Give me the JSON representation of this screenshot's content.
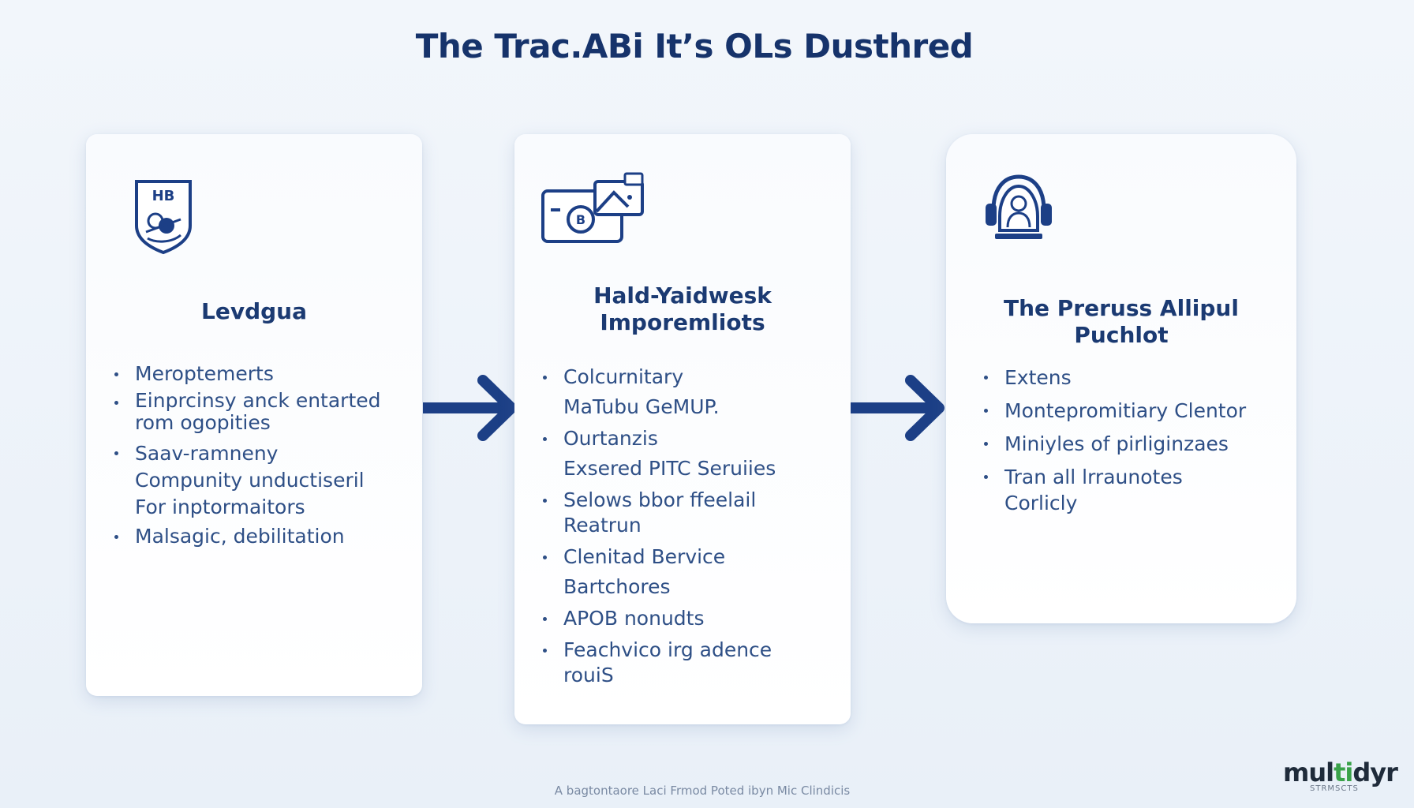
{
  "title": "The Trac.ABi It’s OLs Dusthred",
  "colors": {
    "accent": "#1c3f86",
    "text": "#2e4f86",
    "title": "#16336b",
    "logo_green": "#3aa24a"
  },
  "cards": [
    {
      "icon": "shield-badge-icon",
      "badge_text": "HB",
      "title_lines": [
        "Levdgua"
      ],
      "bullets": [
        [
          "Meroptemerts"
        ],
        [
          "Einprcinsy anck entarted",
          "rom ogopities"
        ],
        [
          "Saav-ramneny",
          "Compunity unductiseril",
          "For inptormaitors"
        ],
        [
          "Malsagic, debilitation"
        ]
      ]
    },
    {
      "icon": "camera-photo-icon",
      "title_lines": [
        "Hald-Yaidwesk",
        "Imporemliots"
      ],
      "bullets": [
        [
          "Colcurnitary",
          "MaTubu GeMUP."
        ],
        [
          "Ourtanzis",
          "Exsered PITC Seruiies"
        ],
        [
          "Selows bbor ffeelail",
          "Reatrun"
        ],
        [
          "Clenitad Bervice",
          "Bartchores"
        ],
        [
          "APOB nonudts"
        ],
        [
          "Feachvico irg adence",
          "rouiS"
        ]
      ]
    },
    {
      "icon": "person-headset-icon",
      "title_lines": [
        "The Preruss Allipul",
        "Puchlot"
      ],
      "bullets": [
        [
          "Extens"
        ],
        [
          "Montepromitiary Clentor"
        ],
        [
          "Miniyles of pirliginzaes"
        ],
        [
          "Tran all lrraunotes",
          "Corlicly"
        ]
      ]
    }
  ],
  "footer": "A bagtontaore Laci Frmod Poted ibyn Mic Clindicis",
  "logo": {
    "word_left": "mul",
    "word_accent": "ti",
    "word_right": "dyr",
    "sub": "STRMSCTS"
  }
}
